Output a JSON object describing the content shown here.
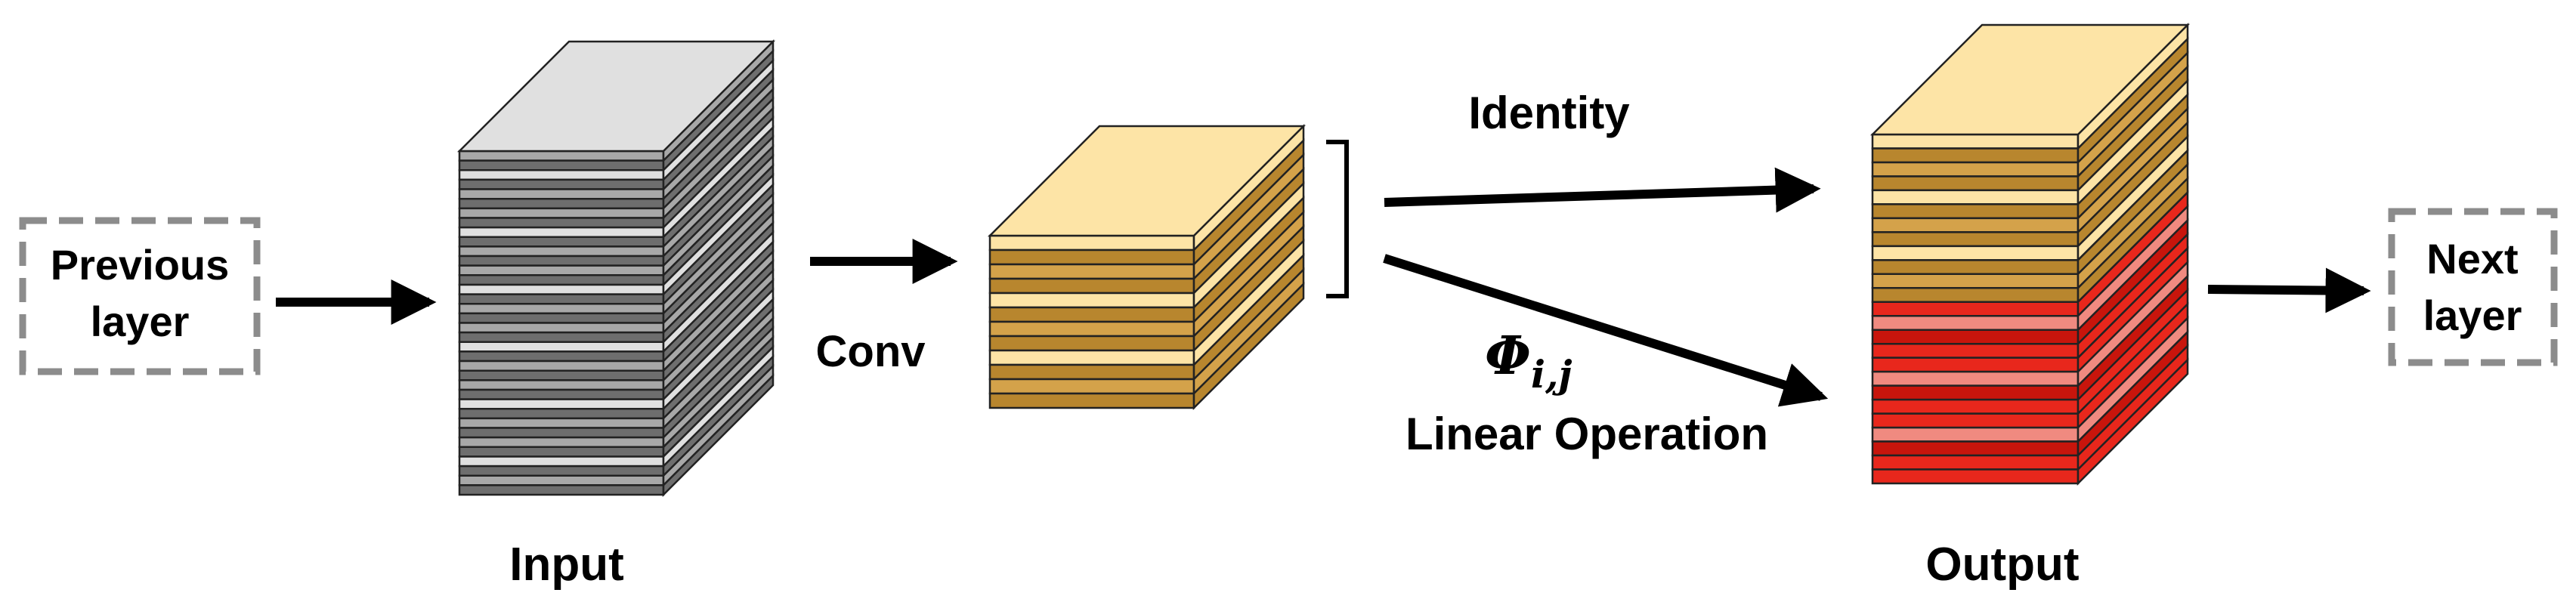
{
  "labels": {
    "previous_layer_line1": "Previous",
    "previous_layer_line2": "layer",
    "next_layer_line1": "Next",
    "next_layer_line2": "layer",
    "conv": "Conv",
    "input": "Input",
    "output": "Output",
    "identity": "Identity",
    "phi_symbol": "Φ",
    "phi_subscript": "i,j",
    "linear_operation": "Linear Operation"
  },
  "colors": {
    "input_light": "#e0e0e0",
    "input_mid": "#a8a8a8",
    "input_dark": "#6e6e6e",
    "feature_light": "#fde4a6",
    "feature_mid": "#d4a24a",
    "feature_dark": "#b8862e",
    "ghost_light": "#f08a80",
    "ghost_mid": "#e8271c",
    "ghost_dark": "#c8150c",
    "dashed_box": "#8c8c8c",
    "arrow": "#000000"
  }
}
